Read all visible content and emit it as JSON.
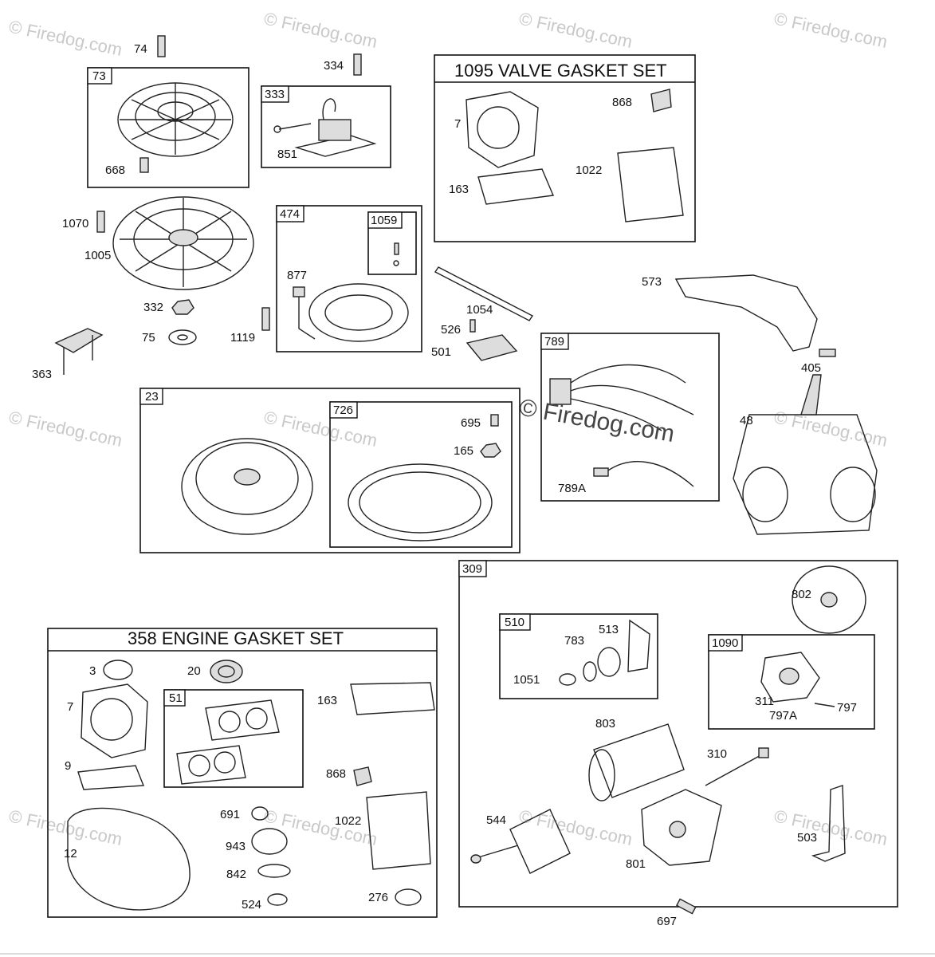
{
  "watermarks": {
    "brand": "© Firedog.com"
  },
  "kits": {
    "valve_gasket_set": "1095 VALVE GASKET SET",
    "engine_gasket_set": "358 ENGINE GASKET SET"
  },
  "box_tags": {
    "t73": "73",
    "t333": "333",
    "t474": "474",
    "t1059": "1059",
    "t23": "23",
    "t726": "726",
    "t789": "789",
    "t309": "309",
    "t510": "510",
    "t1090": "1090",
    "t51": "51"
  },
  "callouts": {
    "c74": "74",
    "c334": "334",
    "c668": "668",
    "c851": "851",
    "c7a": "7",
    "c868a": "868",
    "c163a": "163",
    "c1022a": "1022",
    "c1070": "1070",
    "c1005": "1005",
    "c877": "877",
    "c332": "332",
    "c75": "75",
    "c1119": "1119",
    "c363": "363",
    "c1054": "1054",
    "c526": "526",
    "c501": "501",
    "c573": "573",
    "c405": "405",
    "c695": "695",
    "c165": "165",
    "c789a": "789A",
    "c48": "48",
    "c802": "802",
    "c513": "513",
    "c783": "783",
    "c1051": "1051",
    "c311": "311",
    "c797a": "797A",
    "c797": "797",
    "c803": "803",
    "c310": "310",
    "c544": "544",
    "c801": "801",
    "c503": "503",
    "c697": "697",
    "c3": "3",
    "c20": "20",
    "c7b": "7",
    "c163b": "163",
    "c9": "9",
    "c868b": "868",
    "c691": "691",
    "c1022b": "1022",
    "c943": "943",
    "c12": "12",
    "c842": "842",
    "c524": "524",
    "c276": "276"
  }
}
